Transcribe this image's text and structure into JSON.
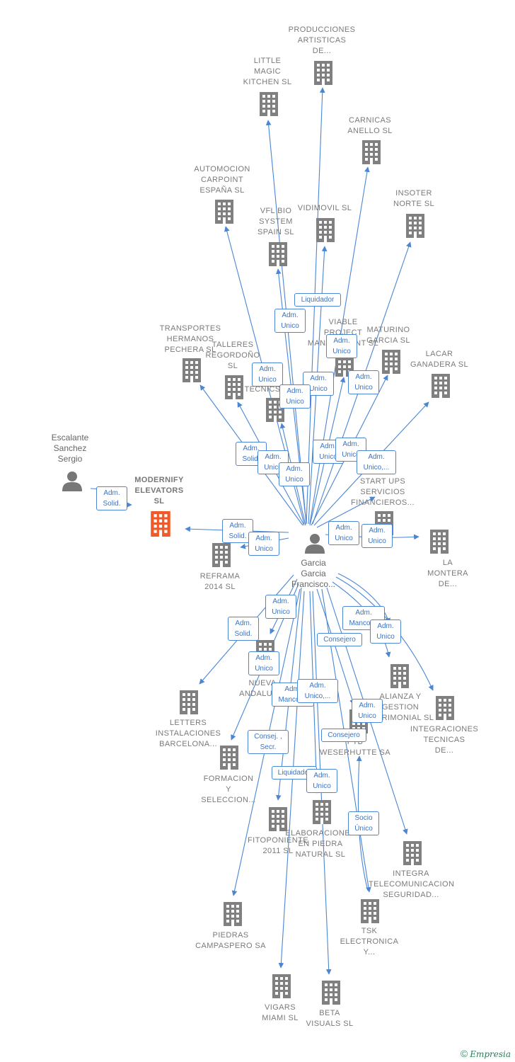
{
  "focus_company": {
    "label": "MODERNIFY\nELEVATORS\nSL",
    "color": "#f05a28"
  },
  "building_color": "#808080",
  "edge_color": "#4a86d4",
  "persons": [
    {
      "id": "main",
      "label": "Garcia\nGarcia\nFrancisco..."
    },
    {
      "id": "escalante",
      "label": "Escalante\nSanchez\nSergio"
    }
  ],
  "companies": [
    {
      "id": "prod",
      "label": "PRODUCCIONES\nARTISTICAS\nDE..."
    },
    {
      "id": "little",
      "label": "LITTLE\nMAGIC\nKITCHEN  SL"
    },
    {
      "id": "carnicas",
      "label": "CARNICAS\nANELLO  SL"
    },
    {
      "id": "automocion",
      "label": "AUTOMOCION\nCARPOINT\nESPAÑA  SL"
    },
    {
      "id": "insoter",
      "label": "INSOTER\nNORTE SL"
    },
    {
      "id": "vidimovil",
      "label": "VIDIMOVIL  SL"
    },
    {
      "id": "vfl",
      "label": "VFL BIO\nSYSTEM\nSPAIN  SL"
    },
    {
      "id": "transportes",
      "label": "TRANSPORTES\nHERMANOS\nPECHERA  SL"
    },
    {
      "id": "talleres",
      "label": "TALLERES\nREGORDOÑO\nSL"
    },
    {
      "id": "tecnics",
      "label": "TECNICS"
    },
    {
      "id": "viable",
      "label": "VIABLE\nPROJECT\nMANAGEMENT SL"
    },
    {
      "id": "maturino",
      "label": "MATURINO\nGARCIA SL"
    },
    {
      "id": "lacar",
      "label": "LACAR\nGANADERA  SL"
    },
    {
      "id": "startups",
      "label": "START UPS\nSERVICIOS\nFINANCIEROS..."
    },
    {
      "id": "lamontera",
      "label": "LA\nMONTERA\nDE..."
    },
    {
      "id": "reframa",
      "label": "REFRAMA\n2014  SL"
    },
    {
      "id": "nueva",
      "label": "RE...S\nNUEVA\nANDALUC..."
    },
    {
      "id": "letters",
      "label": "LETTERS\nINSTALACIONES\nBARCELONA..."
    },
    {
      "id": "alianza",
      "label": "ALIANZA Y\nGESTION\nPATRIMONIAL SL"
    },
    {
      "id": "integraciones",
      "label": "INTEGRACIONES\nTECNICAS\nDE..."
    },
    {
      "id": "formacion",
      "label": "FORMACION\nY\nSELECCION..."
    },
    {
      "id": "weserhutte",
      "label": "PTB\nWESERHUTTE SA"
    },
    {
      "id": "fitoponiente",
      "label": "FITOPONIENTE\n2011 SL"
    },
    {
      "id": "elaboraciones",
      "label": "ELABORACIONES\nEN PIEDRA\nNATURAL SL"
    },
    {
      "id": "integra",
      "label": "INTEGRA\nTELECOMUNICACION\nSEGURIDAD..."
    },
    {
      "id": "piedras",
      "label": "PIEDRAS\nCAMPASPERO SA"
    },
    {
      "id": "tsk",
      "label": "TSK\nELECTRONICA\nY..."
    },
    {
      "id": "vigars",
      "label": "VIGARS\nMIAMI SL"
    },
    {
      "id": "beta",
      "label": "BETA\nVISUALS  SL"
    }
  ],
  "relations": [
    {
      "id": "r1",
      "text": "Liquidador"
    },
    {
      "id": "r2",
      "text": "Adm.\nUnico"
    },
    {
      "id": "r3",
      "text": "Adm.\nUnico"
    },
    {
      "id": "r4",
      "text": "Adm.\nUnico"
    },
    {
      "id": "r5",
      "text": "Adm.\nUnico"
    },
    {
      "id": "r6",
      "text": "Adm.\nUnico"
    },
    {
      "id": "r7",
      "text": "Adm.\nUnico"
    },
    {
      "id": "r8",
      "text": "Adm.\nSolid."
    },
    {
      "id": "r9",
      "text": "Adm.\nUnico"
    },
    {
      "id": "r10",
      "text": "Adm.\nUnico"
    },
    {
      "id": "r11",
      "text": "Adm.\nUnico"
    },
    {
      "id": "r12",
      "text": "Adm.\nUnico"
    },
    {
      "id": "r13",
      "text": "Adm.\nUnico,..."
    },
    {
      "id": "r14",
      "text": "Adm.\nSolid."
    },
    {
      "id": "r15",
      "text": "Adm.\nSolid."
    },
    {
      "id": "r16",
      "text": "Adm.\nUnico"
    },
    {
      "id": "r17",
      "text": "Adm.\nUnico"
    },
    {
      "id": "r18",
      "text": "Adm.\nUnico"
    },
    {
      "id": "r19",
      "text": "Adm.\nUnico"
    },
    {
      "id": "r20",
      "text": "Adm.\nSolid."
    },
    {
      "id": "r21",
      "text": "Adm.\nMancom."
    },
    {
      "id": "r22",
      "text": "Adm.\nUnico"
    },
    {
      "id": "r23",
      "text": "Consejero"
    },
    {
      "id": "r24",
      "text": "Adm.\nUnico"
    },
    {
      "id": "r25",
      "text": "Adm.\nMancom."
    },
    {
      "id": "r26",
      "text": "Adm.\nUnico,..."
    },
    {
      "id": "r27",
      "text": "Adm.\nUnico"
    },
    {
      "id": "r28",
      "text": "Consejero"
    },
    {
      "id": "r29",
      "text": "Consej. ,\nSecr."
    },
    {
      "id": "r30",
      "text": "Liquidador"
    },
    {
      "id": "r31",
      "text": "Adm.\nUnico"
    },
    {
      "id": "r32",
      "text": "Socio\nÚnico"
    }
  ],
  "footer": {
    "copyright": "©",
    "brand": "Empresia"
  }
}
